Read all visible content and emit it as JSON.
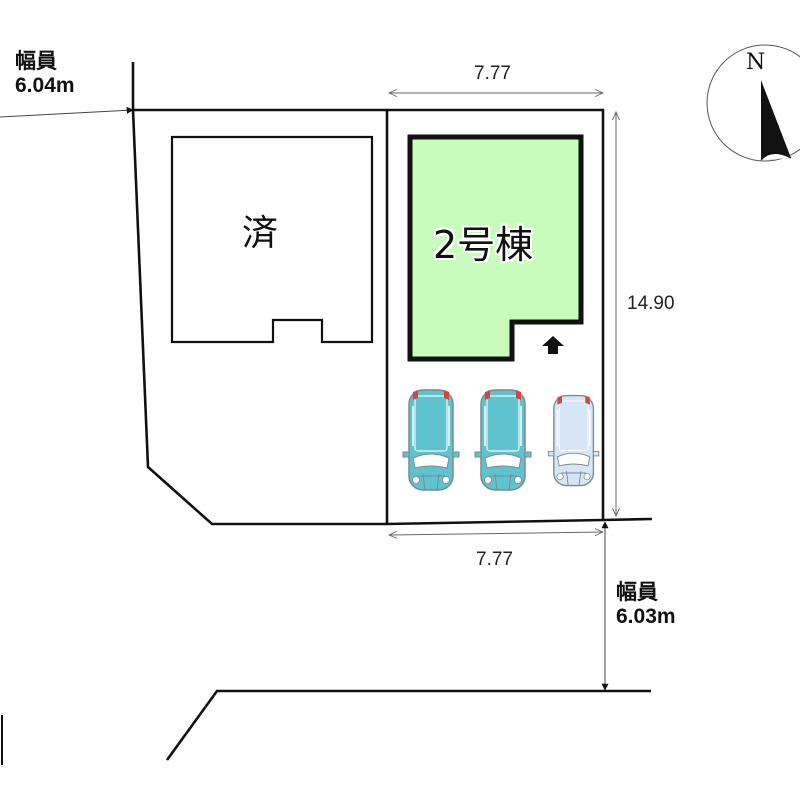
{
  "roads": {
    "north": {
      "label": "幅員",
      "width": "6.04m"
    },
    "south": {
      "label": "幅員",
      "width": "6.03m"
    }
  },
  "dimensions": {
    "top_frontage": "7.77",
    "bottom_frontage": "7.77",
    "depth": "14.90"
  },
  "buildings": {
    "sold": {
      "label": "済"
    },
    "lot2": {
      "label": "2号棟",
      "fill": "#c8fcbc"
    }
  },
  "parking": {
    "cars": [
      {
        "color": "#5ec3cf",
        "state": "occupied"
      },
      {
        "color": "#5ec3cf",
        "state": "occupied"
      },
      {
        "color": "#d6e6f6",
        "state": "light"
      }
    ]
  },
  "compass": {
    "label": "N"
  },
  "colors": {
    "line": "#111111",
    "dim_line": "#666666",
    "lot_fill": "#c8fcbc",
    "car_teal": "#5ec3cf",
    "car_light": "#d6e6f6",
    "tail_light": "#d9433b"
  }
}
